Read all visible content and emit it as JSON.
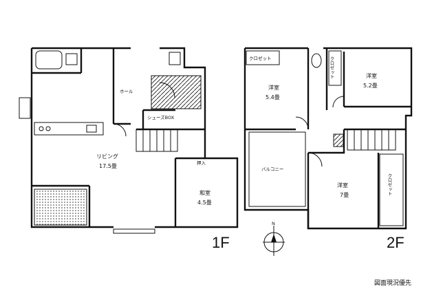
{
  "floor1": {
    "label": "1F",
    "rooms": {
      "living_name": "リビング",
      "living_size": "17.5畳",
      "hall": "ホール",
      "shoe_closet": "シューズBOX",
      "closet": "押入",
      "japanese_name": "和室",
      "japanese_size": "4.5畳"
    }
  },
  "floor2": {
    "label": "2F",
    "rooms": {
      "west_room_name": "洋室",
      "west_room_size": "5.4畳",
      "east_room_name": "洋室",
      "east_room_size": "5.2畳",
      "south_room_name": "洋室",
      "south_room_size": "7畳",
      "balcony": "バルコニー",
      "closet_a": "クロゼット",
      "closet_b": "クロゼット",
      "closet_c": "クロゼット"
    }
  },
  "compass_label": "N",
  "footer_note": "図面現況優先"
}
